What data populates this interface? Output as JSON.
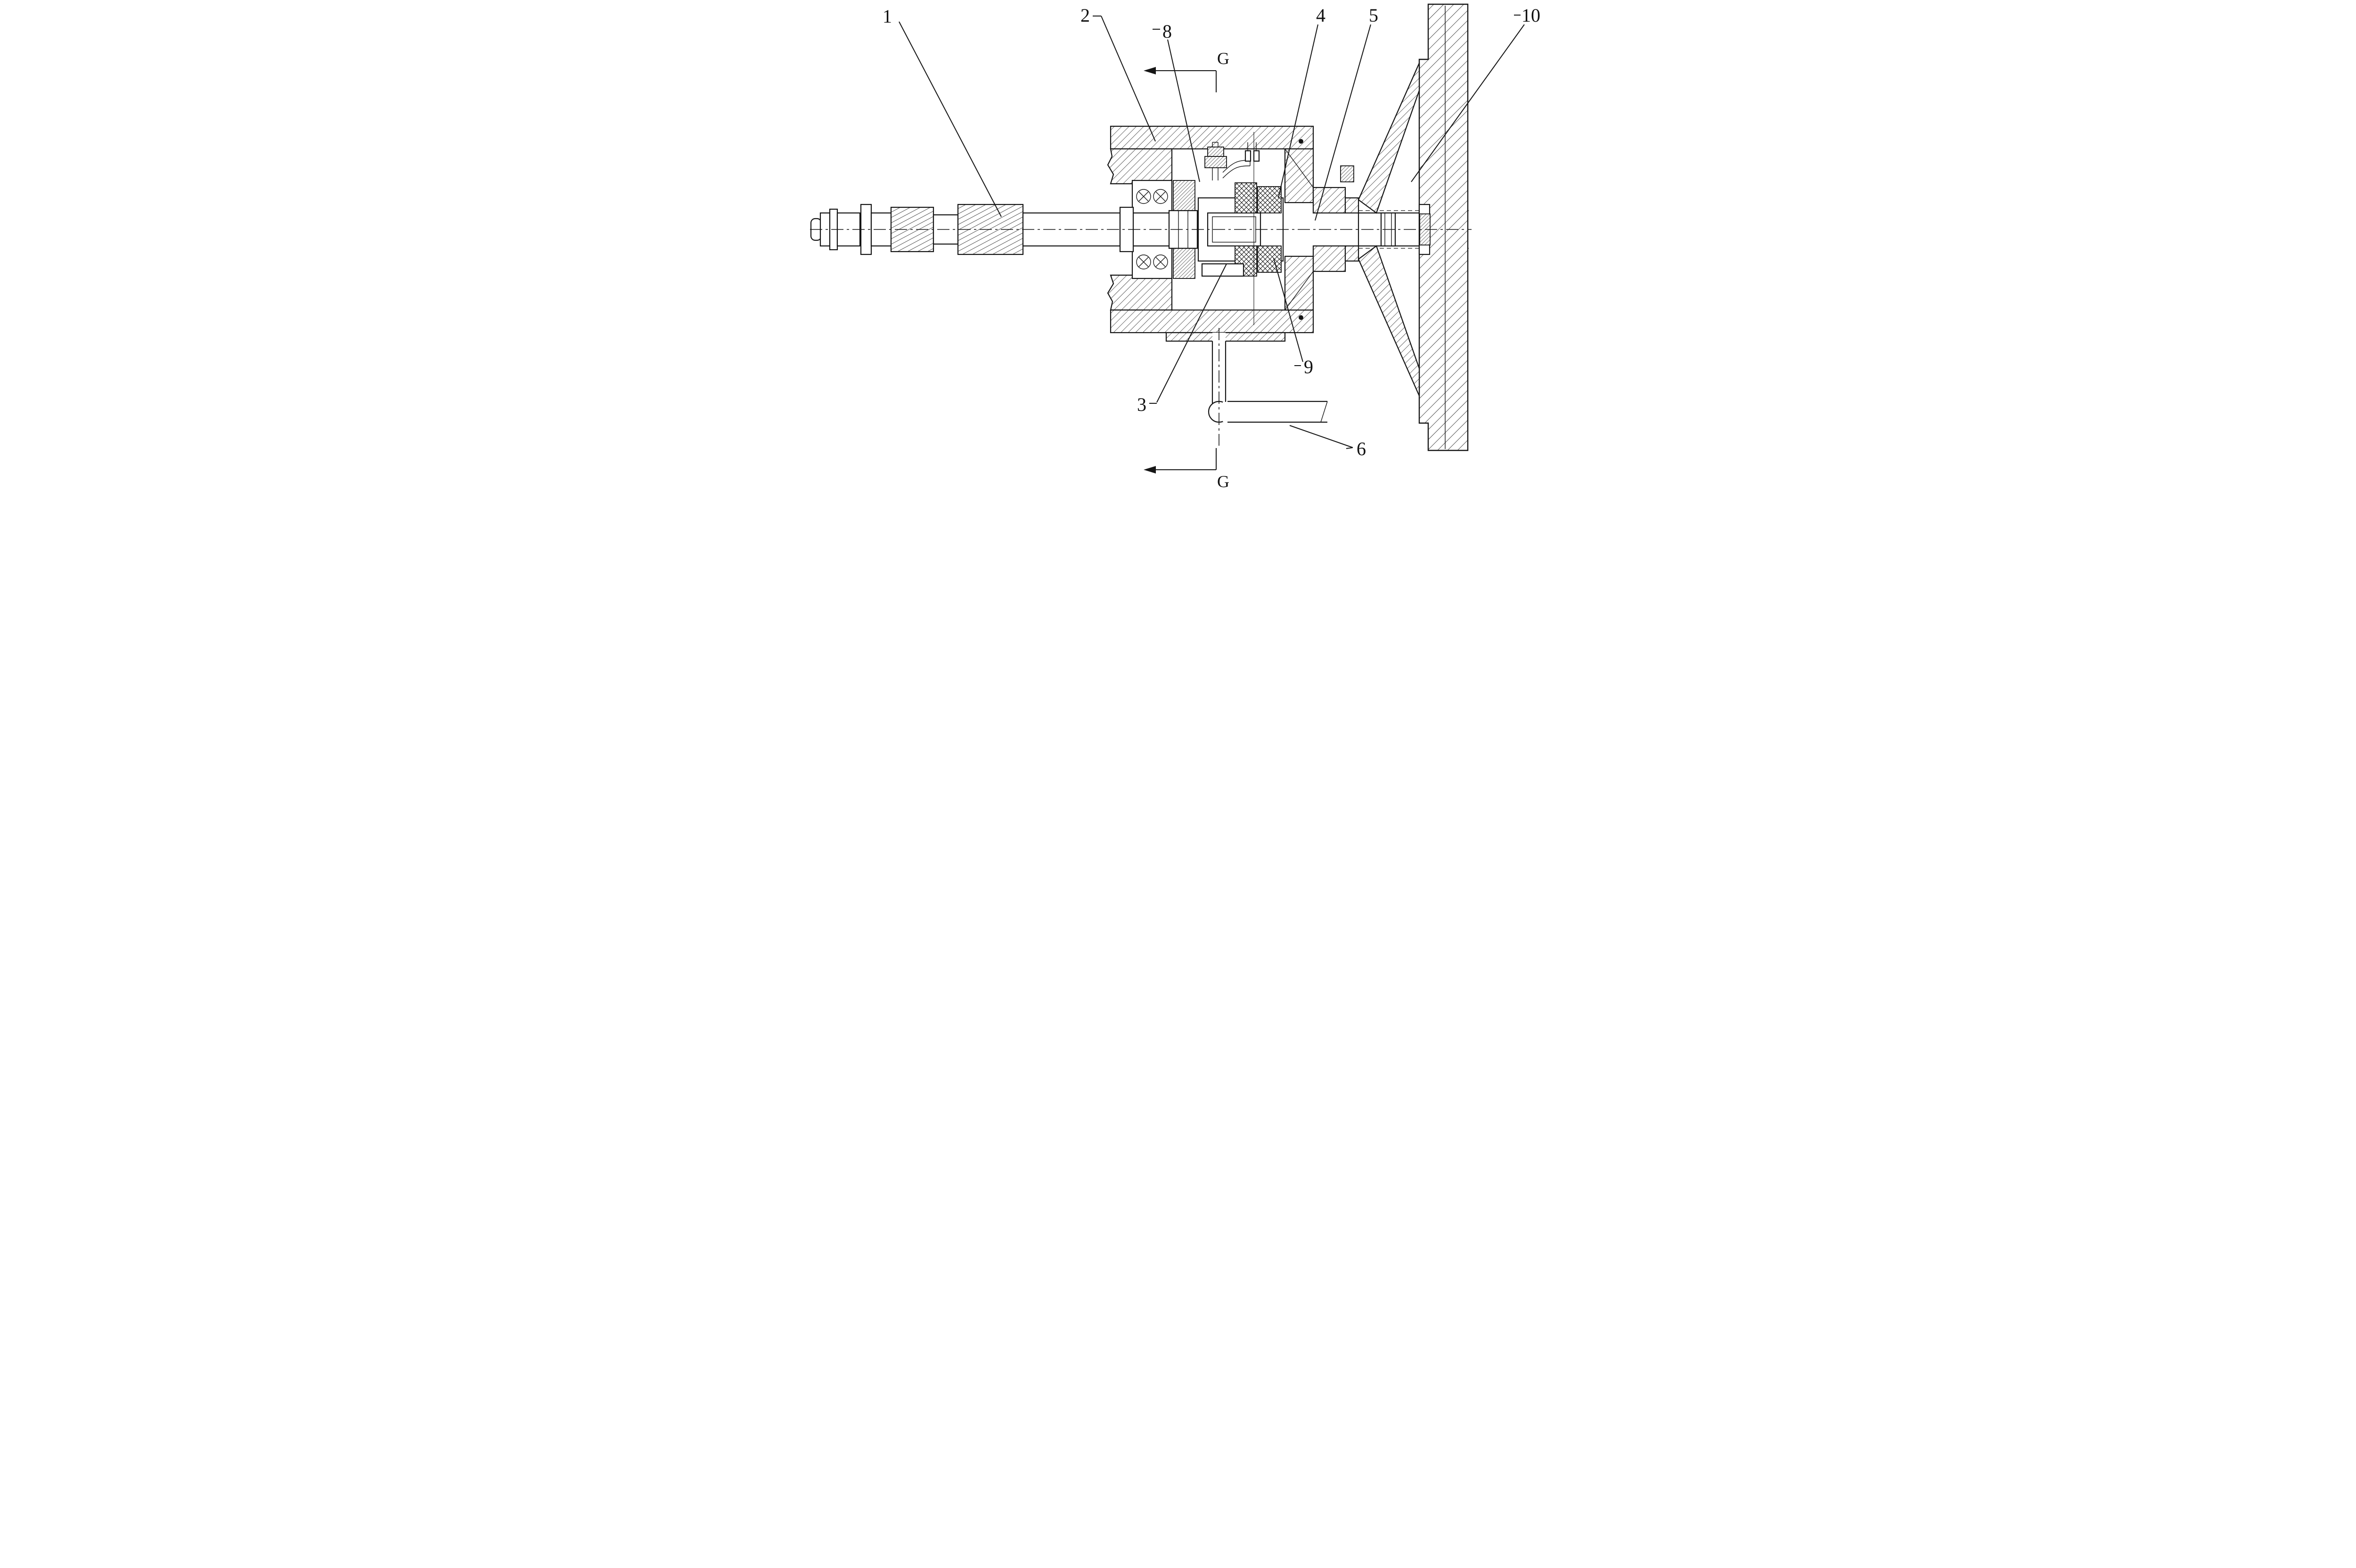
{
  "palette": {
    "background": "#ffffff",
    "ink": "#161616"
  },
  "callouts": {
    "c1": "1",
    "c2": "2",
    "c3": "3",
    "c4": "4",
    "c5": "5",
    "c6": "6",
    "c8": "8",
    "c9": "9",
    "c10": "10"
  },
  "section_labels": {
    "top": "G",
    "bottom": "G"
  }
}
